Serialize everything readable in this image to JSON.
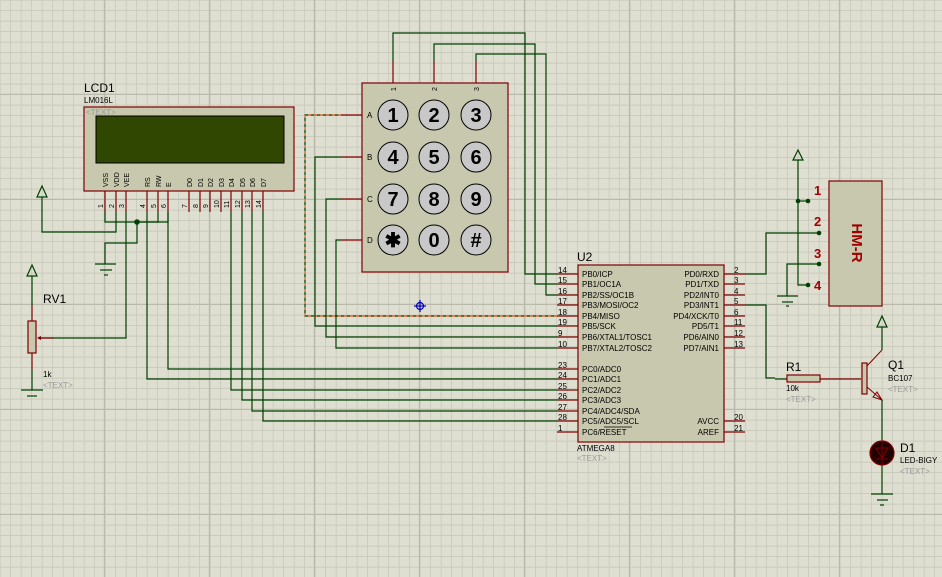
{
  "app": "Proteus ISIS schematic editor",
  "colors": {
    "background": "#dedfd1",
    "grid_minor": "#c4c5b8",
    "grid_major": "#b9baad",
    "wire": "#004000",
    "pin": "#800000",
    "component_body": "#c8c8ae",
    "lcd_screen": "#2f4700",
    "bus_dashed": "#ff6a2a",
    "cursor": "#0000c0",
    "hmr_label": "#a00000"
  },
  "components": {
    "lcd": {
      "ref": "LCD1",
      "part": "LM016L",
      "text": "<TEXT>",
      "pins": [
        {
          "num": "1",
          "name": "VSS"
        },
        {
          "num": "2",
          "name": "VDD"
        },
        {
          "num": "3",
          "name": "VEE"
        },
        {
          "num": "4",
          "name": "RS"
        },
        {
          "num": "5",
          "name": "RW"
        },
        {
          "num": "6",
          "name": "E"
        },
        {
          "num": "7",
          "name": "D0"
        },
        {
          "num": "8",
          "name": "D1"
        },
        {
          "num": "9",
          "name": "D2"
        },
        {
          "num": "10",
          "name": "D3"
        },
        {
          "num": "11",
          "name": "D4"
        },
        {
          "num": "12",
          "name": "D5"
        },
        {
          "num": "13",
          "name": "D6"
        },
        {
          "num": "14",
          "name": "D7"
        }
      ]
    },
    "pot": {
      "ref": "RV1",
      "value": "1k",
      "text": "<TEXT>"
    },
    "keypad": {
      "columns": [
        "1",
        "2",
        "3"
      ],
      "rows": [
        "A",
        "B",
        "C",
        "D"
      ],
      "keys": [
        "1",
        "2",
        "3",
        "4",
        "5",
        "6",
        "7",
        "8",
        "9",
        "✱",
        "0",
        "#"
      ]
    },
    "mcu": {
      "ref": "U2",
      "part": "ATMEGA8",
      "text": "<TEXT>",
      "left_pins": [
        {
          "num": "14",
          "name": "PB0/ICP"
        },
        {
          "num": "15",
          "name": "PB1/OC1A"
        },
        {
          "num": "16",
          "name": "PB2/SS/OC1B"
        },
        {
          "num": "17",
          "name": "PB3/MOSI/OC2"
        },
        {
          "num": "18",
          "name": "PB4/MISO"
        },
        {
          "num": "19",
          "name": "PB5/SCK"
        },
        {
          "num": "9",
          "name": "PB6/XTAL1/TOSC1"
        },
        {
          "num": "10",
          "name": "PB7/XTAL2/TOSC2"
        },
        {
          "num": "23",
          "name": "PC0/ADC0"
        },
        {
          "num": "24",
          "name": "PC1/ADC1"
        },
        {
          "num": "25",
          "name": "PC2/ADC2"
        },
        {
          "num": "26",
          "name": "PC3/ADC3"
        },
        {
          "num": "27",
          "name": "PC4/ADC4/SDA"
        },
        {
          "num": "28",
          "name": "PC5/ADC5/SCL"
        },
        {
          "num": "1",
          "name": "PC6/RESET"
        }
      ],
      "right_pins": [
        {
          "num": "2",
          "name": "PD0/RXD"
        },
        {
          "num": "3",
          "name": "PD1/TXD"
        },
        {
          "num": "4",
          "name": "PD2/INT0"
        },
        {
          "num": "5",
          "name": "PD3/INT1"
        },
        {
          "num": "6",
          "name": "PD4/XCK/T0"
        },
        {
          "num": "11",
          "name": "PD5/T1"
        },
        {
          "num": "12",
          "name": "PD6/AIN0"
        },
        {
          "num": "13",
          "name": "PD7/AIN1"
        },
        {
          "num": "20",
          "name": "AVCC"
        },
        {
          "num": "21",
          "name": "AREF"
        }
      ]
    },
    "hmr": {
      "label": "HM-R",
      "pins": [
        "1",
        "2",
        "3",
        "4"
      ]
    },
    "resistor": {
      "ref": "R1",
      "value": "10k",
      "text": "<TEXT>"
    },
    "transistor": {
      "ref": "Q1",
      "part": "BC107",
      "text": "<TEXT>"
    },
    "led": {
      "ref": "D1",
      "part": "LED-BIGY",
      "text": "<TEXT>"
    }
  }
}
